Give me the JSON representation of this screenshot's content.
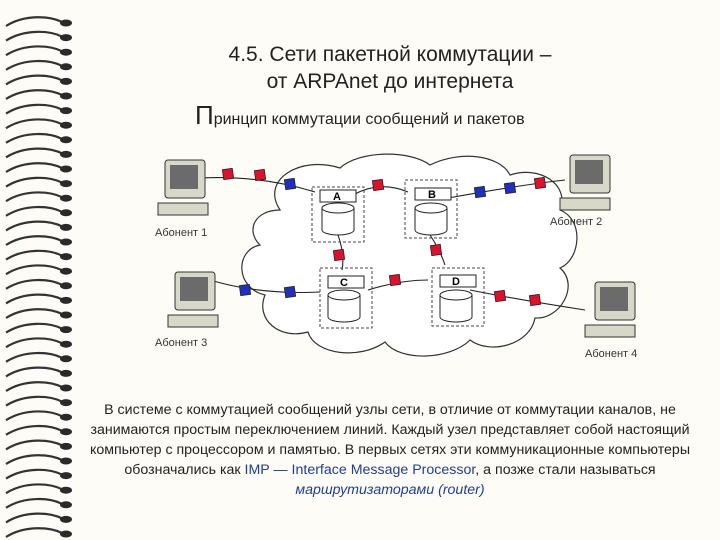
{
  "title_line1": "4.5. Сети пакетной коммутации –",
  "title_line2": "от ARPAnet до интернета",
  "subtitle_first_letter": "П",
  "subtitle_rest": "ринцип коммутации сообщений и пакетов",
  "diagram": {
    "nodes": [
      {
        "id": "node-a",
        "label": "A"
      },
      {
        "id": "node-b",
        "label": "B"
      },
      {
        "id": "node-c",
        "label": "C"
      },
      {
        "id": "node-d",
        "label": "D"
      }
    ],
    "subscribers": [
      {
        "id": "subscriber-1",
        "label": "Абонент 1"
      },
      {
        "id": "subscriber-2",
        "label": "Абонент 2"
      },
      {
        "id": "subscriber-3",
        "label": "Абонент 3"
      },
      {
        "id": "subscriber-4",
        "label": "Абонент 4"
      }
    ],
    "colors": {
      "packet_red": "#e0102a",
      "packet_blue": "#1f2fc0",
      "cloud": "#ffffff"
    }
  },
  "body": {
    "text_1": "В системе с коммутацией сообщений узлы сети, в отличие от коммутации каналов, не занимаются простым переключением линий. Каждый узел представляет собой настоящий компьютер с процессором и памятью. В первых сетях эти коммуникационные компьютеры обозначались как ",
    "imp": "IMP",
    "dash": " — ",
    "imp_full": "Interface Message Processor",
    "text_2": ", а позже стали называться ",
    "router": "маршрутизаторами (router)"
  }
}
